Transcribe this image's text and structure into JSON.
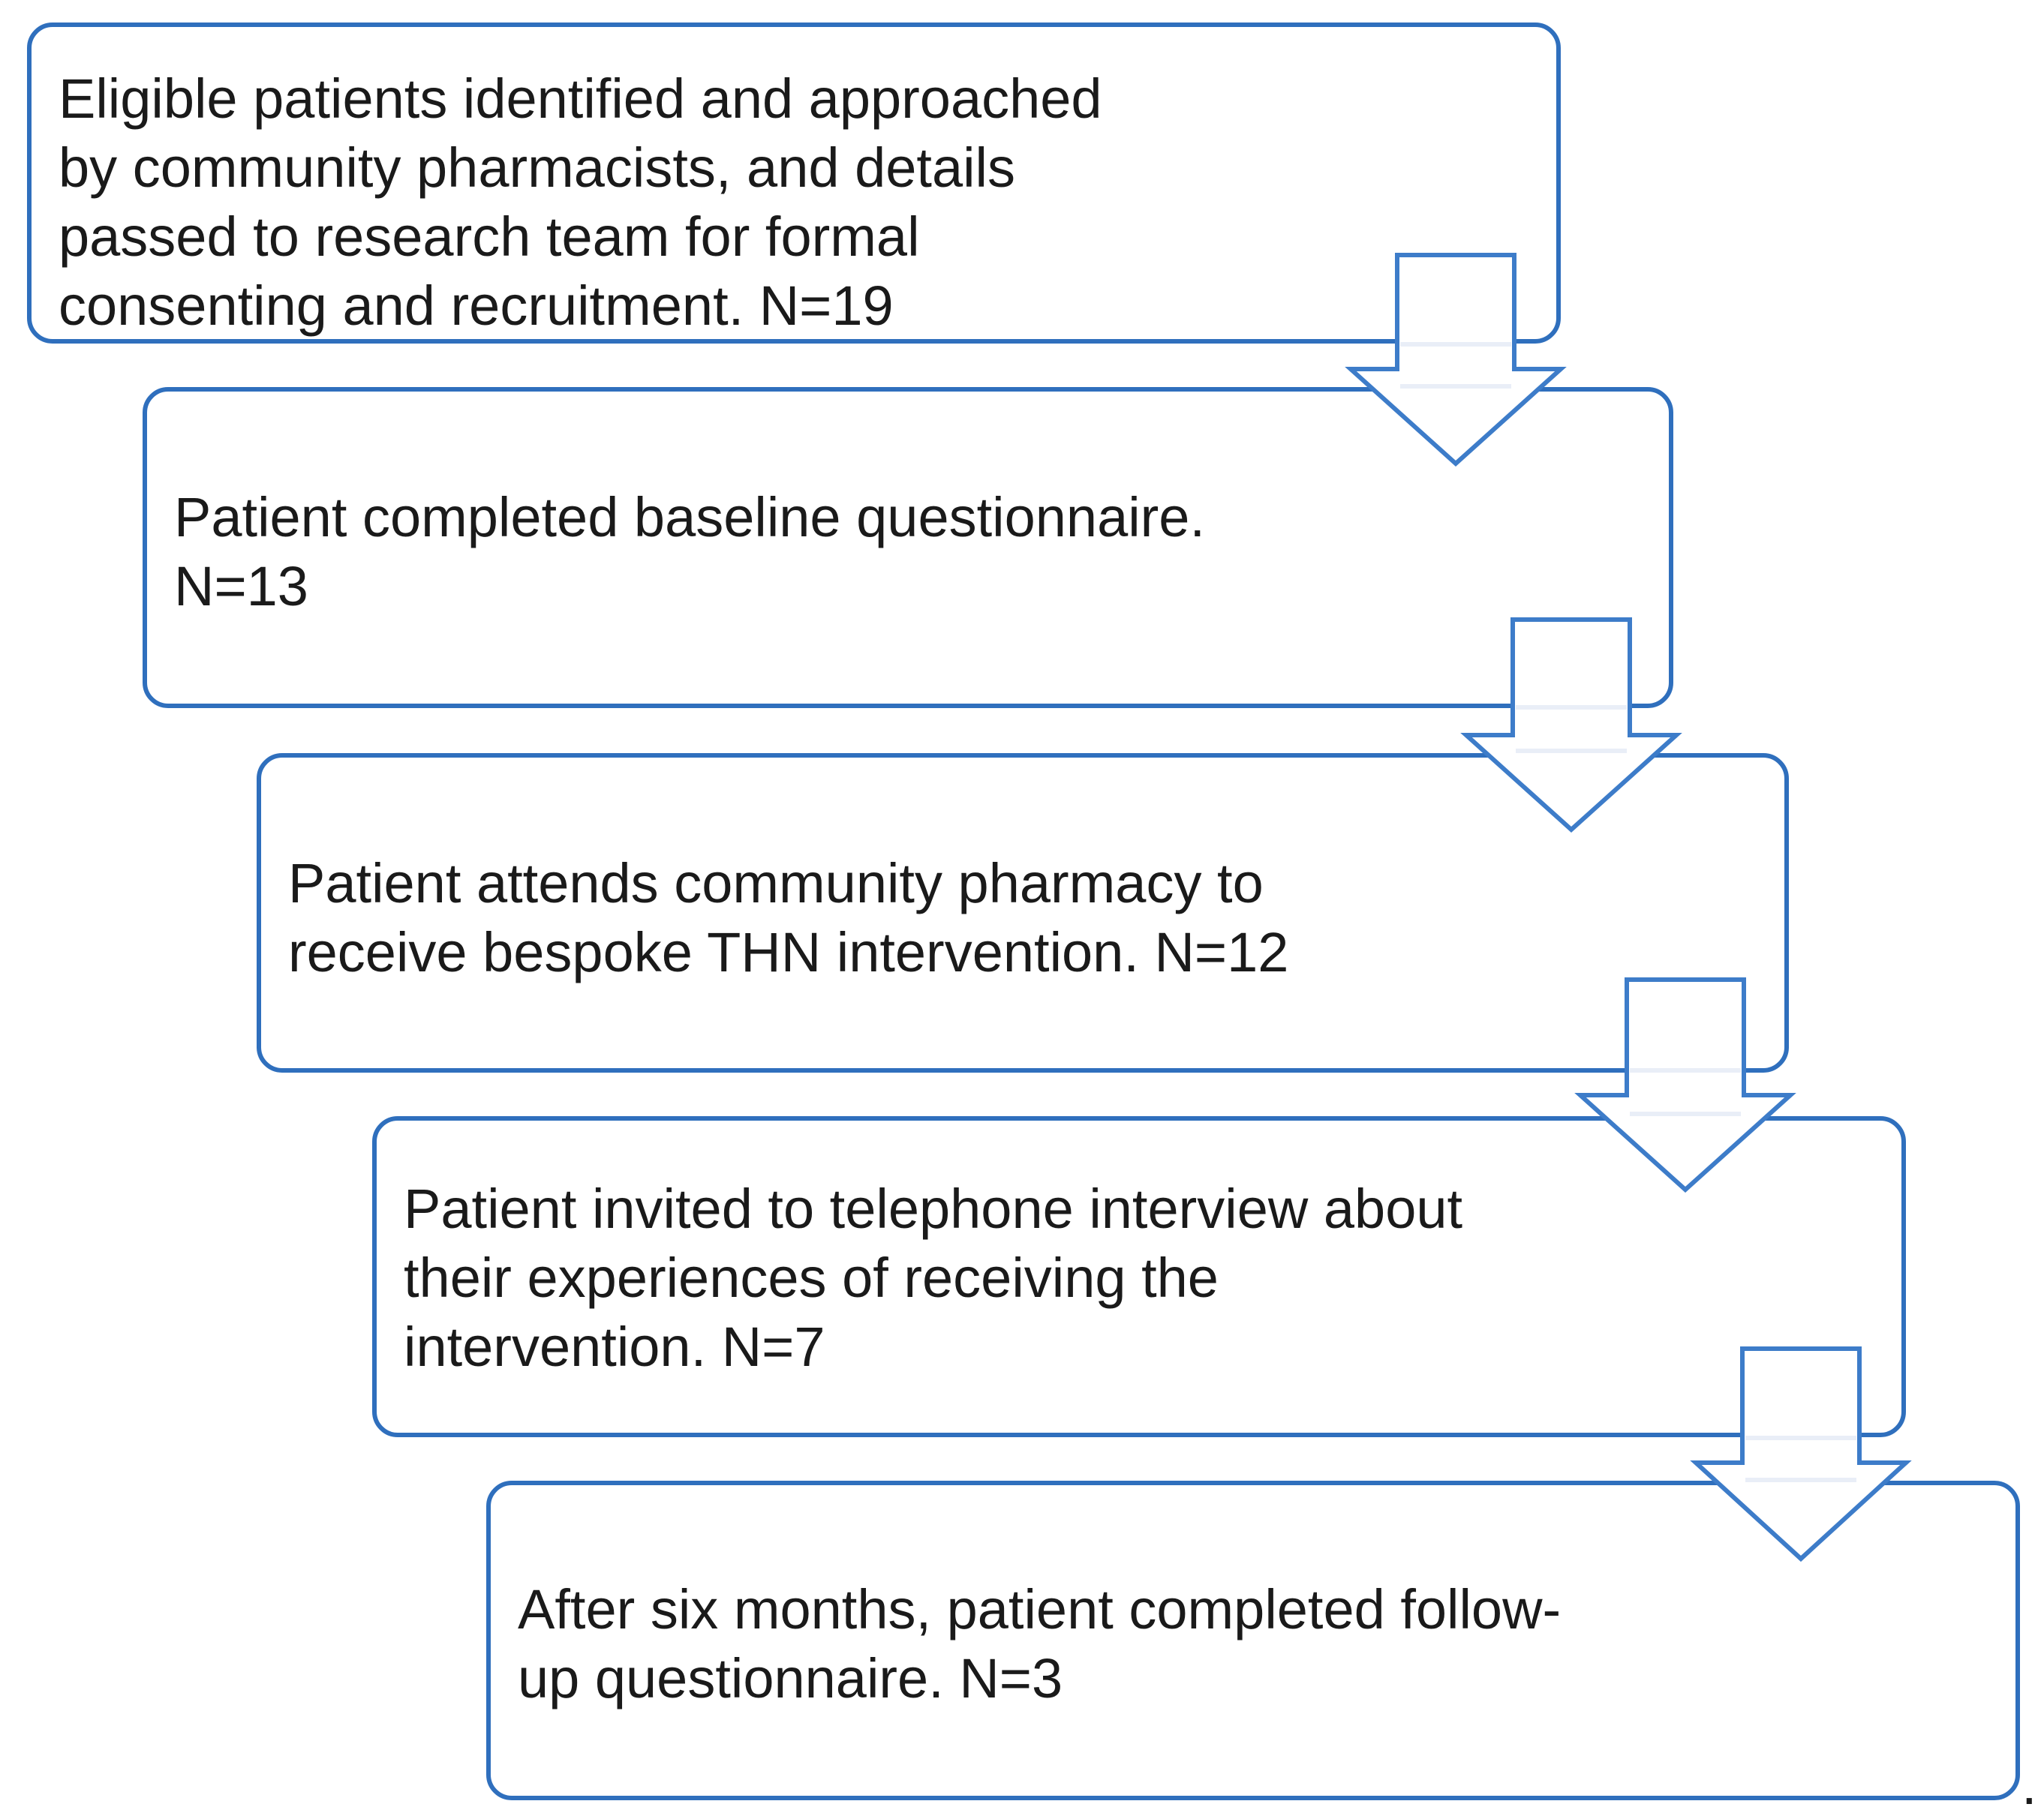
{
  "colors": {
    "box_border": "#2f6fbd",
    "arrow_stroke": "#3d7cc9",
    "arrow_fill": "#ffffff",
    "arrow_band": "#e9eef7",
    "text": "#1a1a1a"
  },
  "steps": [
    {
      "text": "Eligible patients identified and approached\nby community pharmacists, and details\npassed to research team for formal\nconsenting and recruitment.  N=19",
      "n": 19
    },
    {
      "text": "Patient completed baseline questionnaire.\nN=13",
      "n": 13
    },
    {
      "text": "Patient attends community pharmacy to\nreceive bespoke THN intervention.  N=12",
      "n": 12
    },
    {
      "text": "Patient invited to telephone interview about\ntheir experiences of receiving the\nintervention.  N=7",
      "n": 7
    },
    {
      "text": "After six months, patient completed follow-\nup questionnaire.  N=3",
      "n": 3
    }
  ],
  "arrows": [
    {
      "from": 0,
      "to": 1
    },
    {
      "from": 1,
      "to": 2
    },
    {
      "from": 2,
      "to": 3
    },
    {
      "from": 3,
      "to": 4
    }
  ],
  "trailing_mark": "."
}
